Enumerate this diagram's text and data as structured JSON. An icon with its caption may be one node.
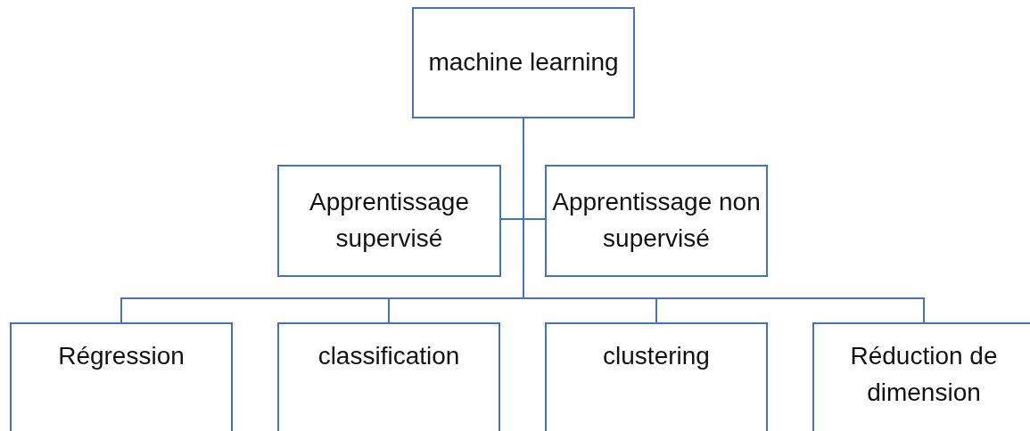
{
  "diagram": {
    "nodes": [
      {
        "text": [
          "machine learning"
        ]
      },
      {
        "text": [
          "Apprentissage supervisé"
        ]
      },
      {
        "text": [
          "Apprentissage non supervisé"
        ]
      },
      {
        "text": [
          "Régression"
        ]
      },
      {
        "text": [
          "classification"
        ]
      },
      {
        "text": [
          "clustering"
        ]
      },
      {
        "text": [
          "Réduction de dimension"
        ]
      }
    ],
    "edges": [
      {
        "from": 0,
        "to": 1,
        "arrow": "none"
      },
      {
        "from": 0,
        "to": 2,
        "arrow": "none"
      },
      {
        "from": 0,
        "to": 3,
        "arrow": "none"
      },
      {
        "from": 0,
        "to": 4,
        "arrow": "none"
      },
      {
        "from": 0,
        "to": 5,
        "arrow": "none"
      },
      {
        "from": 0,
        "to": 6,
        "arrow": "none"
      }
    ]
  }
}
